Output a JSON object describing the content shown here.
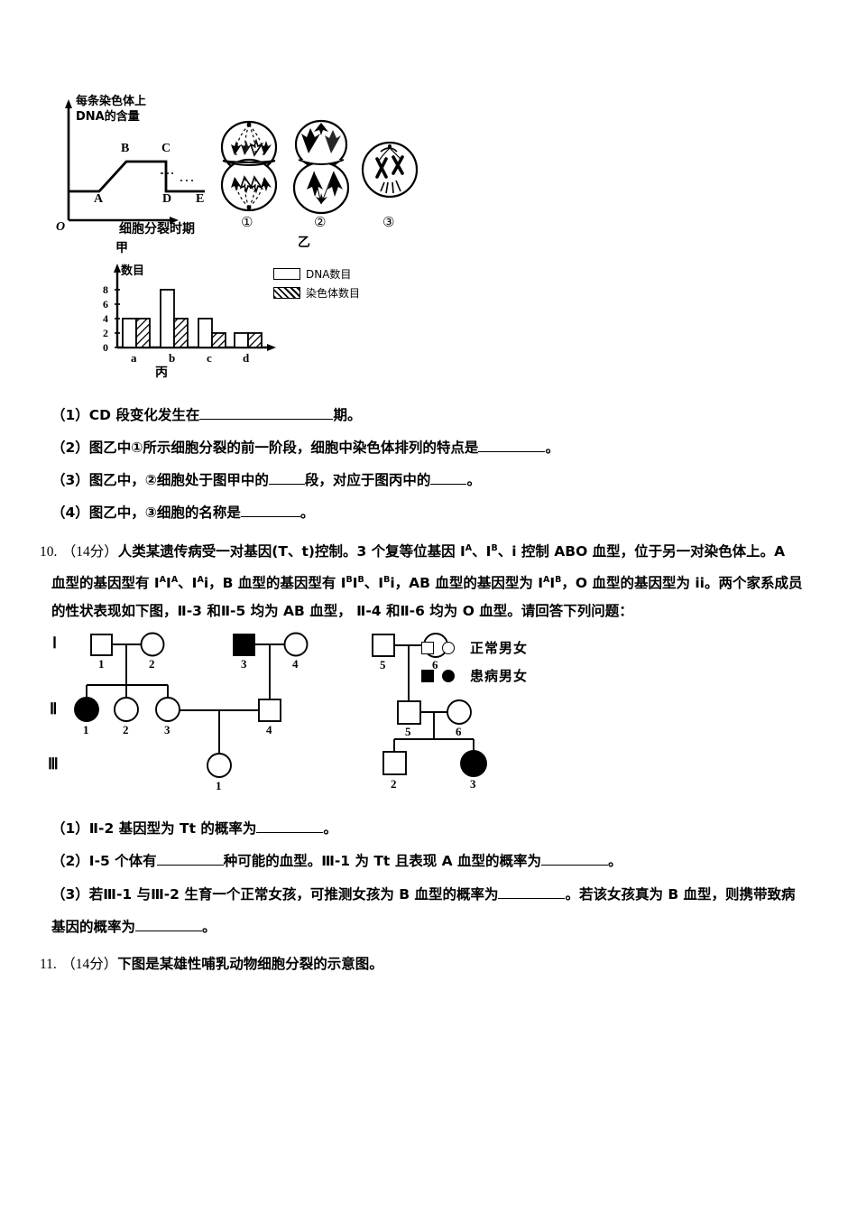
{
  "figure_jia": {
    "y_axis_label": "每条染色体上\nDNA的含量",
    "y_axis_label_line1": "每条染色体上",
    "y_axis_label_line2": "DNA的含量",
    "x_axis_label": "细胞分裂时期",
    "origin_label": "O",
    "caption": "甲",
    "point_labels": [
      "A",
      "B",
      "C",
      "D",
      "E"
    ]
  },
  "figure_yi": {
    "caption": "乙",
    "cell_labels": [
      "①",
      "②",
      "③"
    ]
  },
  "figure_bing": {
    "caption": "丙",
    "legend": [
      {
        "label": "DNA数目",
        "pattern": "solid-white"
      },
      {
        "label": "染色体数目",
        "pattern": "hatched"
      }
    ]
  },
  "chart_data": [
    {
      "type": "line",
      "title": "甲",
      "xlabel": "细胞分裂时期",
      "ylabel": "每条染色体上DNA的含量",
      "x": [
        "O",
        "A",
        "B",
        "C",
        "D",
        "E"
      ],
      "values": [
        1,
        1,
        2,
        2,
        1,
        1
      ],
      "annotations": [
        "A",
        "B",
        "C",
        "D",
        "E"
      ],
      "grid": false,
      "ylim": [
        0,
        2.4
      ]
    },
    {
      "type": "bar",
      "title": "丙",
      "ylabel": "数目",
      "xlabel": "",
      "categories": [
        "a",
        "b",
        "c",
        "d"
      ],
      "yticks": [
        0,
        2,
        4,
        6,
        8
      ],
      "ylim": [
        0,
        9
      ],
      "grid": false,
      "legend_position": "right",
      "series": [
        {
          "name": "DNA数目",
          "values": [
            4,
            8,
            4,
            2
          ]
        },
        {
          "name": "染色体数目",
          "values": [
            4,
            4,
            2,
            2
          ]
        }
      ]
    }
  ],
  "questions_9": [
    {
      "num": "（1）",
      "text_a": "CD 段变化发生在",
      "blank": "xl",
      "text_b": "期。"
    },
    {
      "num": "（2）",
      "text_a": "图乙中①所示细胞分裂的前一阶段，细胞中染色体排列的特点是",
      "blank": "lg",
      "text_b": "。"
    },
    {
      "num": "（3）",
      "text_a": "图乙中，②细胞处于图甲中的",
      "blank": "sm",
      "text_b": "段，对应于图丙中的",
      "blank2": "sm",
      "text_c": "。"
    },
    {
      "num": "（4）",
      "text_a": "图乙中，③细胞的名称是",
      "blank": "md",
      "text_b": "。"
    }
  ],
  "problem_10": {
    "number": "10.",
    "score": "（14分）",
    "line1": "人类某遗传病受一对基因(T、t)控制。3 个复等位基因 I",
    "line1_sup1": "A",
    "line1_mid1": "、I",
    "line1_sup2": "B",
    "line1_mid2": "、i 控制 ABO 血型，位于另一对染色体上。A",
    "line2_parts": "血型的基因型有 IAIA、IAi，B 血型的基因型有 IBIB、IBi，AB 血型的基因型为 IAIB，O 血型的基因型为 ii。两个家系成员",
    "line3": "的性状表现如下图，Ⅱ-3 和Ⅱ-5 均为 AB 血型，  Ⅱ-4 和Ⅱ-6 均为 O 血型。请回答下列问题："
  },
  "pedigree": {
    "generations": [
      "Ⅰ",
      "Ⅱ",
      "Ⅲ"
    ],
    "legend": [
      {
        "symbols": [
          "□",
          "○"
        ],
        "label": "正常男女"
      },
      {
        "symbols": [
          "■",
          "●"
        ],
        "label": "患病男女"
      }
    ],
    "individuals": [
      {
        "gen": "Ⅰ",
        "id": "1",
        "sex": "male",
        "affected": false
      },
      {
        "gen": "Ⅰ",
        "id": "2",
        "sex": "female",
        "affected": false
      },
      {
        "gen": "Ⅰ",
        "id": "3",
        "sex": "male",
        "affected": true
      },
      {
        "gen": "Ⅰ",
        "id": "4",
        "sex": "female",
        "affected": false
      },
      {
        "gen": "Ⅰ",
        "id": "5",
        "sex": "male",
        "affected": false
      },
      {
        "gen": "Ⅰ",
        "id": "6",
        "sex": "female",
        "affected": false
      },
      {
        "gen": "Ⅱ",
        "id": "1",
        "sex": "female",
        "affected": true
      },
      {
        "gen": "Ⅱ",
        "id": "2",
        "sex": "female",
        "affected": false
      },
      {
        "gen": "Ⅱ",
        "id": "3",
        "sex": "female",
        "affected": false
      },
      {
        "gen": "Ⅱ",
        "id": "4",
        "sex": "male",
        "affected": false
      },
      {
        "gen": "Ⅱ",
        "id": "5",
        "sex": "male",
        "affected": false
      },
      {
        "gen": "Ⅱ",
        "id": "6",
        "sex": "female",
        "affected": false
      },
      {
        "gen": "Ⅲ",
        "id": "1",
        "sex": "female",
        "affected": false
      },
      {
        "gen": "Ⅲ",
        "id": "2",
        "sex": "male",
        "affected": false
      },
      {
        "gen": "Ⅲ",
        "id": "3",
        "sex": "female",
        "affected": true
      }
    ]
  },
  "questions_10": {
    "q1_num": "（1）",
    "q1_a": "Ⅱ-2 基因型为 Tt 的概率为",
    "q1_b": "。",
    "q2_num": "（2）",
    "q2_a": "Ⅰ-5 个体有",
    "q2_b": "种可能的血型。Ⅲ-1 为 Tt 且表现 A 血型的概率为",
    "q2_c": "。",
    "q3_num": "（3）",
    "q3_a": "若Ⅲ-1 与Ⅲ-2 生育一个正常女孩，可推测女孩为 B 血型的概率为",
    "q3_b": "。若该女孩真为 B 血型，则携带致病",
    "q3_c": "基因的概率为",
    "q3_d": "。"
  },
  "problem_11": {
    "number": "11.",
    "score": "（14分）",
    "text": "下图是某雄性哺乳动物细胞分裂的示意图。"
  }
}
